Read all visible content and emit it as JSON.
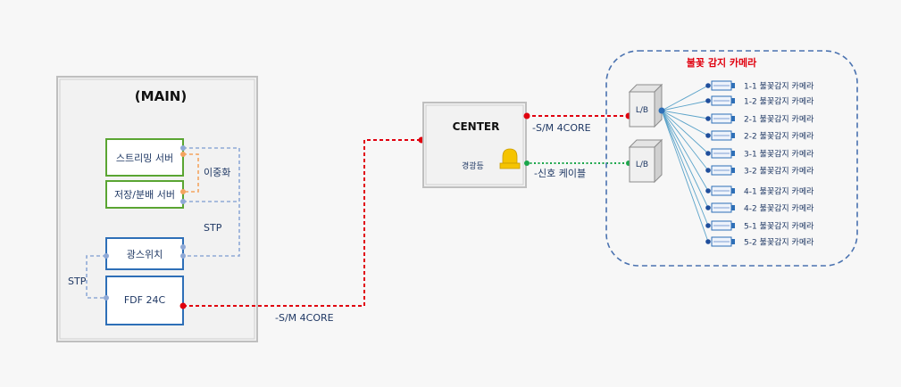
{
  "main": {
    "title": "(MAIN)",
    "streaming_server": "스트리밍 서버",
    "storage_server": "저장/분배 서버",
    "redundancy_label": "이중화",
    "stp_right_label": "STP",
    "optical_switch": "광스위치",
    "stp_left_label": "STP",
    "fdf": "FDF 24C"
  },
  "link_main_center": "-S/M 4CORE",
  "center": {
    "title": "CENTER",
    "warning_light": "경광등"
  },
  "link_center_lb_top": "-S/M 4CORE",
  "link_center_lb_bottom": "-신호 케이블",
  "field": {
    "title": "불꽃 감지 카메라",
    "lb_top": "L/B",
    "lb_bottom": "L/B",
    "cameras": [
      "1-1 불꽃감지 카메라",
      "1-2 불꽃감지 카메라",
      "2-1 불꽃감지 카메라",
      "2-2 불꽃감지 카메라",
      "3-1 불꽃감지 카메라",
      "3-2 불꽃감지 카메라",
      "4-1 불꽃감지 카메라",
      "4-2 불꽃감지 카메라",
      "5-1 불꽃감지 카메라",
      "5-2 불꽃감지 카메라"
    ]
  },
  "colors": {
    "fiber": "#e0000e",
    "signal": "#1aa64a",
    "stp": "#8fa9d6",
    "redundancy": "#f4a460",
    "server_border": "#5aa532",
    "switch_border": "#2e6fb7",
    "text": "#1f3864",
    "field_title": "#e0000e"
  }
}
